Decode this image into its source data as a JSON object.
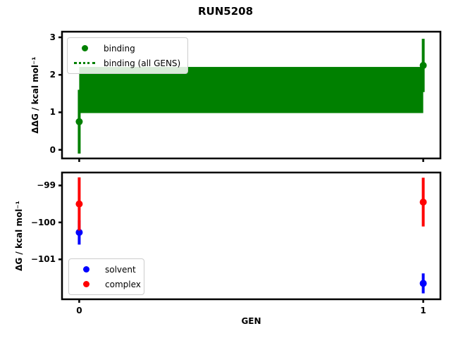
{
  "title": "RUN5208",
  "colors": {
    "binding_green": "#008000",
    "solvent_blue": "#0000ff",
    "complex_red": "#ff0000",
    "axes_black": "#000000",
    "legend_border": "#cccccc"
  },
  "chart_data": [
    {
      "type": "scatter",
      "subplot": "top",
      "ylabel": "ΔΔG / kcal mol⁻¹",
      "xlabel": "",
      "xlim": [
        -0.05,
        1.05
      ],
      "ylim": [
        -0.23,
        3.15
      ],
      "xticks": [
        0,
        1
      ],
      "xticklabels": [],
      "yticks": [
        0,
        1,
        2,
        3
      ],
      "yticklabels": [
        "0",
        "1",
        "2",
        "3"
      ],
      "grid": false,
      "series": [
        {
          "name": "binding",
          "color": "#008000",
          "marker": "circle",
          "x": [
            0,
            1
          ],
          "y": [
            0.75,
            2.25
          ],
          "yerr": [
            0.85,
            0.71
          ]
        }
      ],
      "band": {
        "name": "binding (all GENS)",
        "color": "#008000",
        "linestyle": "dotted",
        "x": [
          0,
          1
        ],
        "center": 1.6,
        "lo": 0.98,
        "hi": 2.21
      },
      "legend": {
        "location": "upper left",
        "entries": [
          {
            "label": "binding",
            "glyph": "dot",
            "color": "#008000"
          },
          {
            "label": "binding (all GENS)",
            "glyph": "dotted-line",
            "color": "#008000"
          }
        ]
      }
    },
    {
      "type": "scatter",
      "subplot": "bottom",
      "ylabel": "ΔG / kcal mol⁻¹",
      "xlabel": "GEN",
      "xlim": [
        -0.05,
        1.05
      ],
      "ylim": [
        -102.08,
        -98.65
      ],
      "xticks": [
        0,
        1
      ],
      "xticklabels": [
        "0",
        "1"
      ],
      "yticks": [
        -99,
        -100,
        -101
      ],
      "yticklabels": [
        "−99",
        "−100",
        "−101"
      ],
      "grid": false,
      "series": [
        {
          "name": "solvent",
          "color": "#0000ff",
          "marker": "circle",
          "x": [
            0,
            1
          ],
          "y": [
            -100.27,
            -101.65
          ],
          "yerr": [
            0.33,
            0.27
          ]
        },
        {
          "name": "complex",
          "color": "#ff0000",
          "marker": "circle",
          "x": [
            0,
            1
          ],
          "y": [
            -99.5,
            -99.45
          ],
          "yerr": [
            0.72,
            0.66
          ]
        }
      ],
      "legend": {
        "location": "lower left",
        "entries": [
          {
            "label": "solvent",
            "glyph": "dot",
            "color": "#0000ff"
          },
          {
            "label": "complex",
            "glyph": "dot",
            "color": "#ff0000"
          }
        ]
      }
    }
  ]
}
